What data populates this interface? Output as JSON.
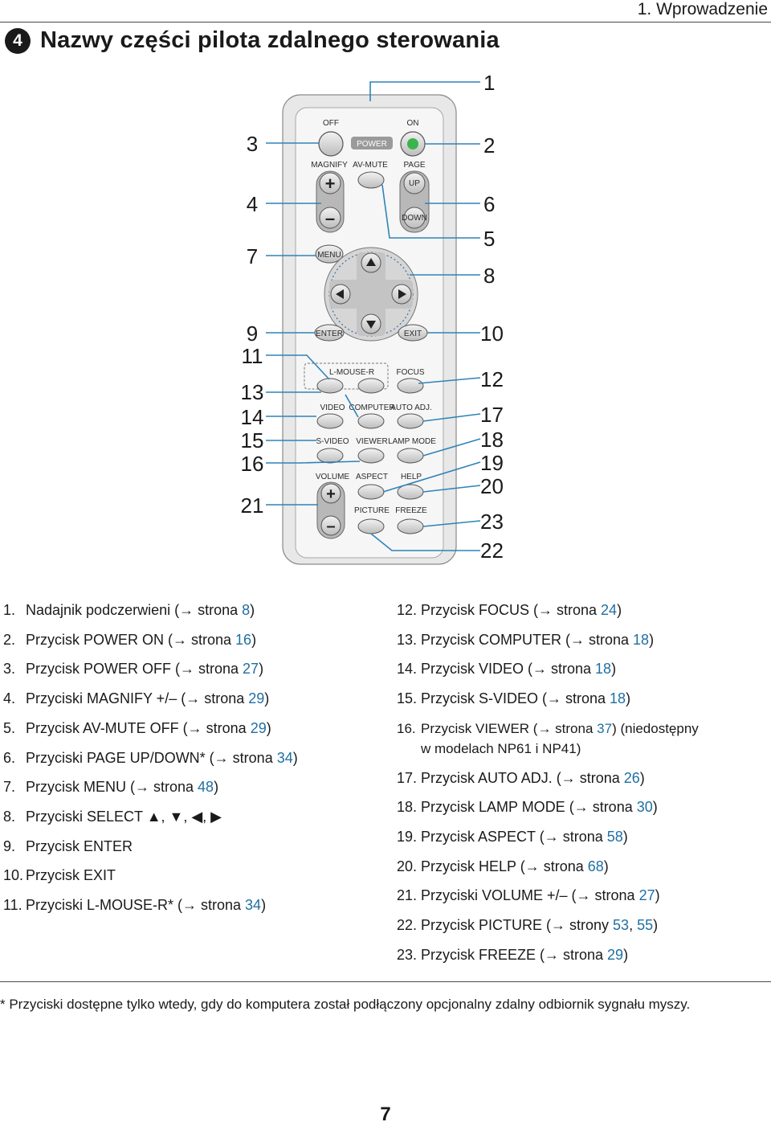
{
  "header": {
    "section": "1. Wprowadzenie"
  },
  "title": {
    "number": "4",
    "text": "Nazwy części pilota zdalnego sterowania"
  },
  "remote_labels": {
    "off": "OFF",
    "on": "ON",
    "power": "POWER",
    "magnify": "MAGNIFY",
    "av_mute": "AV-MUTE",
    "page": "PAGE",
    "up": "UP",
    "down": "DOWN",
    "menu": "MENU",
    "enter": "ENTER",
    "exit": "EXIT",
    "l_mouse_r": "L-MOUSE-R",
    "focus": "FOCUS",
    "video": "VIDEO",
    "computer": "COMPUTER",
    "auto_adj": "AUTO ADJ.",
    "s_video": "S-VIDEO",
    "viewer": "VIEWER",
    "lamp_mode": "LAMP MODE",
    "volume": "VOLUME",
    "aspect": "ASPECT",
    "help": "HELP",
    "picture": "PICTURE",
    "freeze": "FREEZE",
    "plus": "+",
    "minus": "–"
  },
  "callouts": {
    "c1": "1",
    "c2": "2",
    "c3": "3",
    "c4": "4",
    "c5": "5",
    "c6": "6",
    "c7": "7",
    "c8": "8",
    "c9": "9",
    "c10": "10",
    "c11": "11",
    "c12": "12",
    "c13": "13",
    "c14": "14",
    "c15": "15",
    "c16": "16",
    "c17": "17",
    "c18": "18",
    "c19": "19",
    "c20": "20",
    "c21": "21",
    "c22": "22",
    "c23": "23"
  },
  "list_left": [
    {
      "num": "1.",
      "text": "Nadajnik podczerwieni (→ strona ",
      "ref": "8",
      "tail": ")"
    },
    {
      "num": "2.",
      "text": "Przycisk POWER ON (→ strona ",
      "ref": "16",
      "tail": ")"
    },
    {
      "num": "3.",
      "text": "Przycisk POWER OFF (→ strona ",
      "ref": "27",
      "tail": ")"
    },
    {
      "num": "4.",
      "text": "Przyciski MAGNIFY +/– (→ strona ",
      "ref": "29",
      "tail": ")"
    },
    {
      "num": "5.",
      "text": "Przycisk AV-MUTE OFF (→ strona ",
      "ref": "29",
      "tail": ")"
    },
    {
      "num": "6.",
      "text": "Przyciski PAGE UP/DOWN* (→ strona ",
      "ref": "34",
      "tail": ")"
    },
    {
      "num": "7.",
      "text": "Przycisk MENU (→ strona ",
      "ref": "48",
      "tail": ")"
    },
    {
      "num": "8.",
      "text": "Przyciski SELECT ▲, ▼, ◀, ▶",
      "ref": "",
      "tail": ""
    },
    {
      "num": "9.",
      "text": "Przycisk ENTER",
      "ref": "",
      "tail": ""
    },
    {
      "num": "10.",
      "text": "Przycisk EXIT",
      "ref": "",
      "tail": ""
    },
    {
      "num": "11.",
      "text": "Przyciski L-MOUSE-R* (→ strona ",
      "ref": "34",
      "tail": ")"
    }
  ],
  "list_right": [
    {
      "num": "12.",
      "text": "Przycisk FOCUS (→ strona ",
      "ref": "24",
      "tail": ")"
    },
    {
      "num": "13.",
      "text": "Przycisk COMPUTER (→ strona ",
      "ref": "18",
      "tail": ")"
    },
    {
      "num": "14.",
      "text": "Przycisk VIDEO (→ strona ",
      "ref": "18",
      "tail": ")"
    },
    {
      "num": "15.",
      "text": "Przycisk S-VIDEO (→ strona ",
      "ref": "18",
      "tail": ")"
    },
    {
      "num": "16.",
      "text": "Przycisk VIEWER (→ strona ",
      "ref": "37",
      "tail": ") (niedostępny"
    },
    {
      "num": "",
      "text": "w modelach NP61 i NP41)",
      "ref": "",
      "tail": ""
    },
    {
      "num": "17.",
      "text": "Przycisk AUTO ADJ. (→ strona ",
      "ref": "26",
      "tail": ")"
    },
    {
      "num": "18.",
      "text": "Przycisk LAMP MODE (→ strona ",
      "ref": "30",
      "tail": ")"
    },
    {
      "num": "19.",
      "text": "Przycisk ASPECT (→ strona ",
      "ref": "58",
      "tail": ")"
    },
    {
      "num": "20.",
      "text": "Przycisk HELP (→ strona ",
      "ref": "68",
      "tail": ")"
    },
    {
      "num": "21.",
      "text": "Przyciski VOLUME +/– (→ strona ",
      "ref": "27",
      "tail": ")"
    },
    {
      "num": "22.",
      "text": "Przycisk PICTURE (→ strony ",
      "ref": "53",
      "tail": ", ",
      "ref2": "55",
      "tail2": ")"
    },
    {
      "num": "23.",
      "text": "Przycisk FREEZE (→ strona ",
      "ref": "29",
      "tail": ")"
    }
  ],
  "footnote": "* Przyciski dostępne tylko wtedy, gdy do komputera został podłączony opcjonalny zdalny odbiornik sygnału myszy.",
  "page_number": "7",
  "colors": {
    "leader": "#2f83b8",
    "reference": "#1f6fa3",
    "power_on_led": "#3cb44b"
  }
}
